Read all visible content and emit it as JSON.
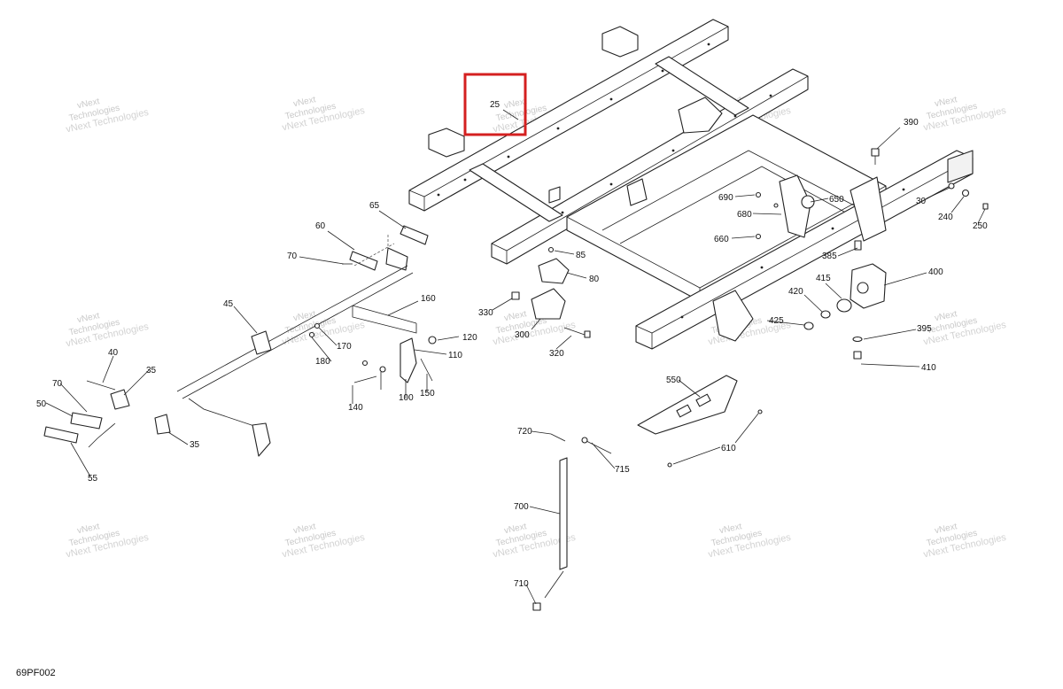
{
  "document_code": "69PF002",
  "watermark": {
    "line1": "vNext",
    "line2": "Technologies",
    "full": "vNext Technologies"
  },
  "highlight": {
    "callout": "25",
    "color": "#d42020"
  },
  "callouts": [
    "25",
    "390",
    "690",
    "650",
    "680",
    "660",
    "30",
    "240",
    "250",
    "65",
    "60",
    "70",
    "85",
    "80",
    "385",
    "400",
    "420",
    "415",
    "425",
    "395",
    "410",
    "330",
    "300",
    "320",
    "160",
    "45",
    "170",
    "180",
    "120",
    "110",
    "100",
    "150",
    "140",
    "40",
    "35",
    "70",
    "50",
    "35",
    "55",
    "550",
    "610",
    "720",
    "715",
    "700",
    "710"
  ]
}
